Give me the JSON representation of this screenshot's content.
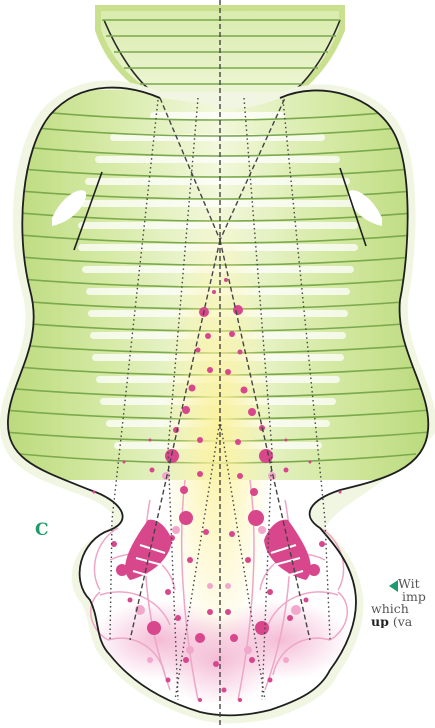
{
  "panel_label": "C",
  "caption": {
    "line1": "Wit",
    "line2": "imp",
    "line3": "which",
    "line4_bold": "up",
    "line4_rest": " (va"
  },
  "colors": {
    "green_light": "#e9f3c3",
    "green_mid": "#c8e18f",
    "green_dark": "#7ba94c",
    "pink": "#d8468c",
    "pink_light": "#f2b6d3",
    "yellow": "#fbf3a8",
    "caption_arrow": "#1e9a6c",
    "label_teal": "#1e9a6c"
  }
}
